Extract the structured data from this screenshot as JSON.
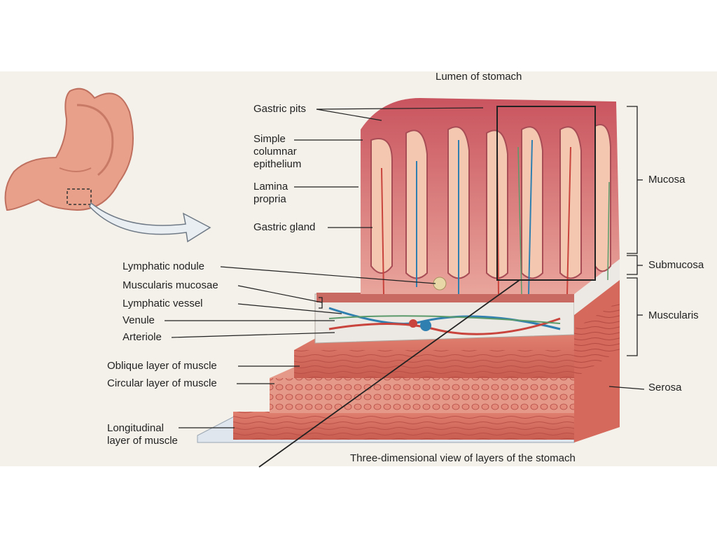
{
  "top_label": "Lumen of stomach",
  "caption": "Three-dimensional view of layers of the stomach",
  "left_labels": {
    "gastric_pits": "Gastric pits",
    "simple_columnar_epithelium": "Simple columnar epithelium",
    "lamina_propria": "Lamina propria",
    "gastric_gland": "Gastric gland",
    "lymphatic_nodule": "Lymphatic nodule",
    "muscularis_mucosae": "Muscularis mucosae",
    "lymphatic_vessel": "Lymphatic vessel",
    "venule": "Venule",
    "arteriole": "Arteriole",
    "oblique_layer": "Oblique layer of muscle",
    "circular_layer": "Circular layer of muscle",
    "longitudinal_layer": "Longitudinal layer of muscle"
  },
  "right_labels": {
    "mucosa": "Mucosa",
    "submucosa": "Submucosa",
    "muscularis": "Muscularis",
    "serosa": "Serosa"
  },
  "colors": {
    "background_panel": "#f4f1ea",
    "mucosa": "#d9747a",
    "muscle": "#d76f62",
    "submucosa": "#ece8e3",
    "vein": "#2f7fb0",
    "artery": "#c8443c"
  }
}
